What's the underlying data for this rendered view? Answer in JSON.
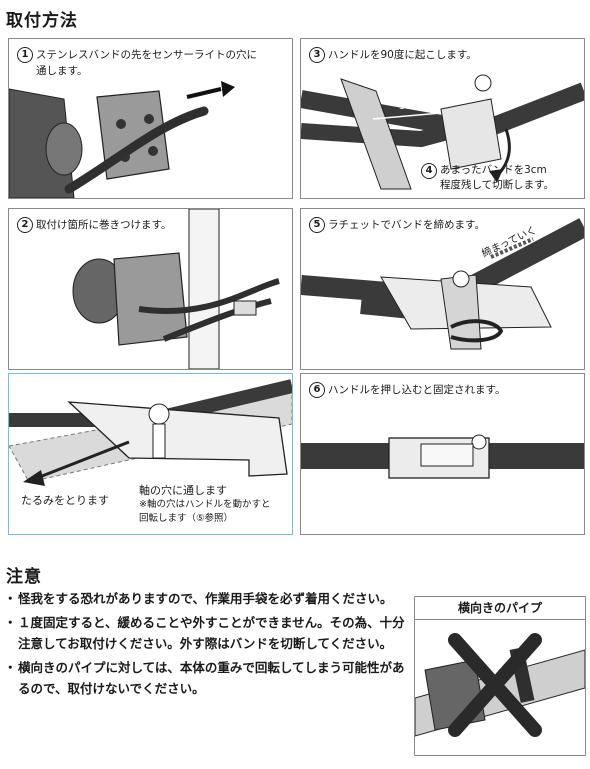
{
  "section_title": "取付方法",
  "steps": [
    {
      "num": "1",
      "text": "ステンレスバンドの先をセンサーライトの穴に\n通します。"
    },
    {
      "num": "2",
      "text": "取付け箇所に巻きつけます。"
    },
    {
      "num": "3",
      "text": "ハンドルを90度に起こします。"
    },
    {
      "num": "4",
      "text": "あまったバンドを3cm\n程度残して切断します。"
    },
    {
      "num": "5",
      "text": "ラチェットでバンドを締めます。"
    },
    {
      "num": "6",
      "text": "ハンドルを押し込むと固定されます。"
    }
  ],
  "labels": {
    "dimension": "3cm",
    "tightening": "締まっていく",
    "slack": "たるみをとります",
    "axis_hole": "軸の穴に通します",
    "axis_note": "※軸の穴はハンドルを動かすと\n回転します（⑤参照）"
  },
  "caution_title": "注意",
  "cautions": [
    "怪我をする恐れがありますので、作業用手袋を必ず着用ください。",
    "１度固定すると、緩めることや外すことができません。その為、十分注意してお取付けください。外す際はバンドを切断してください。",
    "横向きのパイプに対しては、本体の重みで回転してしまう可能性があるので、取付けないでください。"
  ],
  "side_panel_title": "横向きのパイプ",
  "colors": {
    "band": "#3a3a3a",
    "zoom_border": "#6fc1d9",
    "panel_border": "#8a8a8a"
  }
}
